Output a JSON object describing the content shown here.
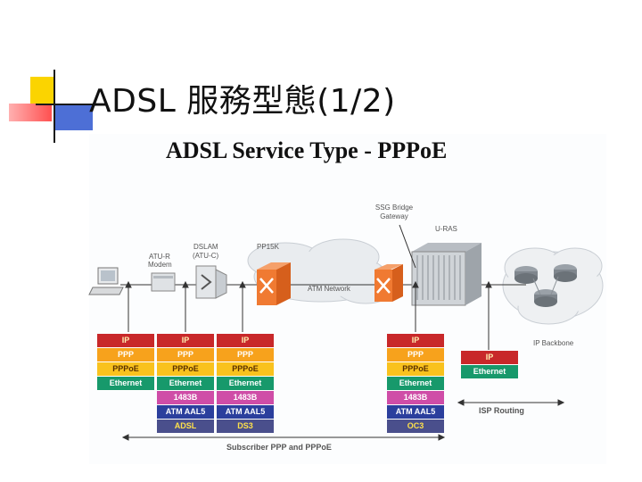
{
  "slide": {
    "title": "ADSL 服務型態(1/2)"
  },
  "figure": {
    "title": "ADSL Service Type - PPPoE",
    "labels": {
      "atur": "ATU-R",
      "modem": "Modem",
      "dslam": "DSLAM",
      "atuc": "(ATU-C)",
      "pp15k": "PP15K",
      "atm_network": "ATM Network",
      "ssg_line1": "SSG Bridge",
      "ssg_line2": "Gateway",
      "uras": "U-RAS",
      "ip_backbone": "IP Backbone",
      "isp_routing": "ISP Routing",
      "subscriber": "Subscriber PPP and PPPoE"
    },
    "stacks": [
      {
        "id": "pc",
        "layers": [
          {
            "text": "IP",
            "kind": "ip"
          },
          {
            "text": "PPP",
            "kind": "ppp"
          },
          {
            "text": "PPPoE",
            "kind": "pppoe"
          },
          {
            "text": "Ethernet",
            "kind": "eth"
          }
        ]
      },
      {
        "id": "modem",
        "layers": [
          {
            "text": "IP",
            "kind": "ip"
          },
          {
            "text": "PPP",
            "kind": "ppp"
          },
          {
            "text": "PPPoE",
            "kind": "pppoe"
          },
          {
            "text": "Ethernet",
            "kind": "eth"
          },
          {
            "text": "1483B",
            "kind": "1483"
          },
          {
            "text": "ATM AAL5",
            "kind": "atm"
          },
          {
            "text": "ADSL",
            "kind": "phy"
          }
        ]
      },
      {
        "id": "dslam",
        "layers": [
          {
            "text": "IP",
            "kind": "ip"
          },
          {
            "text": "PPP",
            "kind": "ppp"
          },
          {
            "text": "PPPoE",
            "kind": "pppoe"
          },
          {
            "text": "Ethernet",
            "kind": "eth"
          },
          {
            "text": "1483B",
            "kind": "1483"
          },
          {
            "text": "ATM AAL5",
            "kind": "atm"
          },
          {
            "text": "DS3",
            "kind": "phy"
          }
        ]
      },
      {
        "id": "ssg",
        "layers": [
          {
            "text": "IP",
            "kind": "ip"
          },
          {
            "text": "PPP",
            "kind": "ppp"
          },
          {
            "text": "PPPoE",
            "kind": "pppoe"
          },
          {
            "text": "Ethernet",
            "kind": "eth"
          },
          {
            "text": "1483B",
            "kind": "1483"
          },
          {
            "text": "ATM AAL5",
            "kind": "atm"
          },
          {
            "text": "OC3",
            "kind": "phy"
          }
        ]
      },
      {
        "id": "isp",
        "layers": [
          {
            "text": "IP",
            "kind": "ip"
          },
          {
            "text": "Ethernet",
            "kind": "eth"
          }
        ]
      }
    ],
    "colors": {
      "ip": "#c8282a",
      "ppp": "#f7a21c",
      "pppoe": "#f9c21e",
      "eth": "#17996b",
      "1483": "#cf4da7",
      "atm": "#2b3f9d",
      "phy": "#4a4f8c",
      "switch": "#f07a32",
      "cloud": "#e9ecef"
    }
  }
}
